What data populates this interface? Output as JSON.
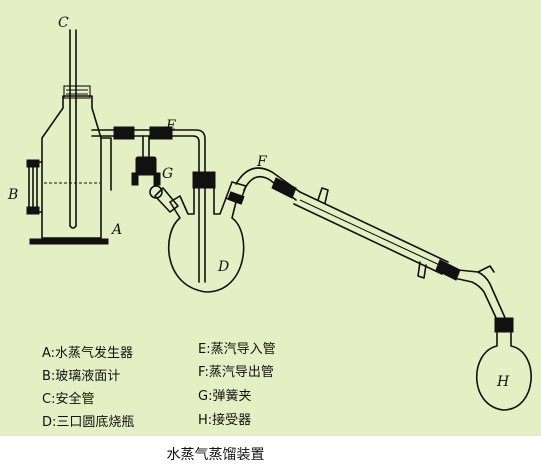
{
  "labels": {
    "A": "A",
    "B": "B",
    "C": "C",
    "D": "D",
    "E": "E",
    "F": "F",
    "G": "G",
    "H": "H"
  },
  "legend": {
    "left": [
      "A:水蒸气发生器",
      "B:玻璃液面计",
      "C:安全管",
      "D:三口圆底烧瓶"
    ],
    "right": [
      "E:蒸汽导入管",
      "F:蒸汽导出管",
      "G:弹簧夹",
      "H:接受器"
    ]
  },
  "caption": "水蒸气蒸馏装置"
}
